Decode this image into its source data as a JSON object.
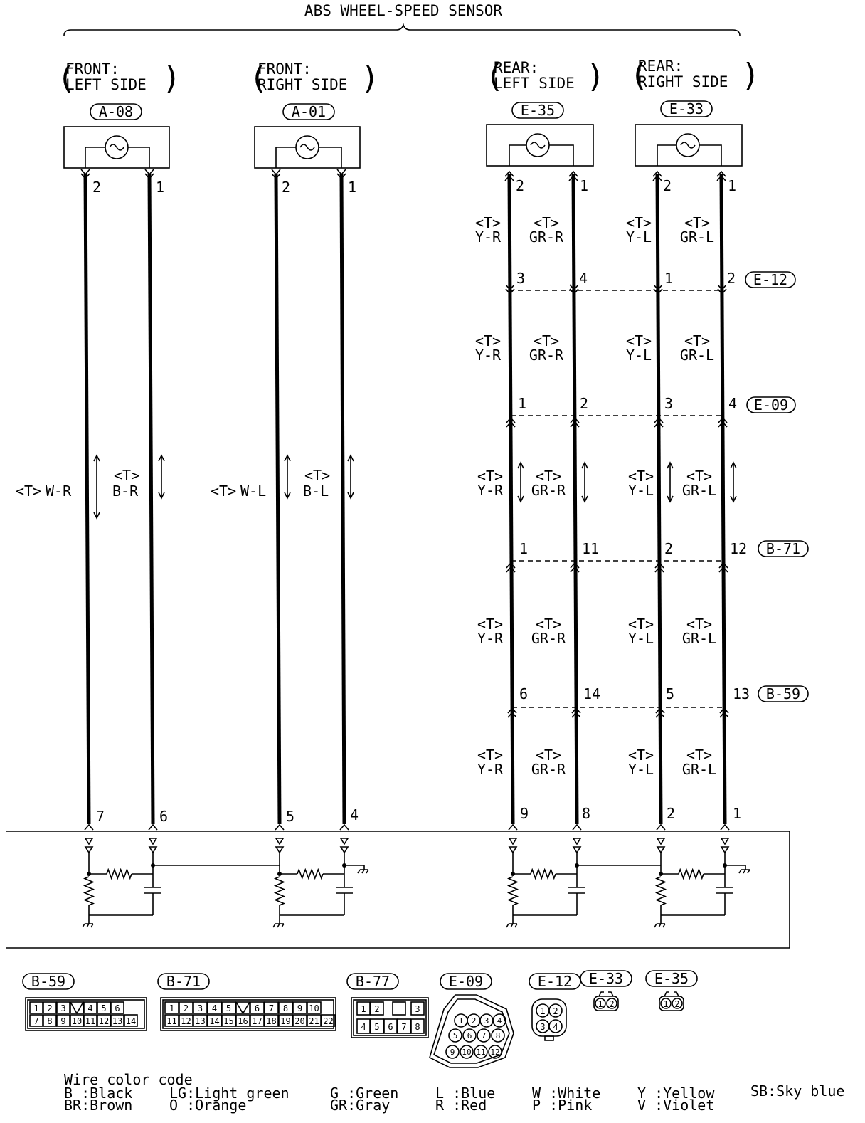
{
  "title": "ABS WHEEL-SPEED SENSOR",
  "sensors": [
    {
      "line1": "FRONT:",
      "line2": "LEFT SIDE",
      "connector": "A-08",
      "pins": [
        "2",
        "1"
      ]
    },
    {
      "line1": "FRONT:",
      "line2": "RIGHT SIDE",
      "connector": "A-01",
      "pins": [
        "2",
        "1"
      ]
    },
    {
      "line1": "REAR:",
      "line2": "LEFT SIDE",
      "connector": "E-35",
      "pins": [
        "2",
        "1"
      ]
    },
    {
      "line1": "REAR:",
      "line2": "RIGHT SIDE",
      "connector": "E-33",
      "pins": [
        "2",
        "1"
      ]
    }
  ],
  "front_wires": [
    {
      "tag": "<T>",
      "color": "W-R",
      "end_pin": "7"
    },
    {
      "tag": "<T>",
      "color": "B-R",
      "end_pin": "6"
    },
    {
      "tag": "<T>",
      "color": "W-L",
      "end_pin": "5"
    },
    {
      "tag": "<T>",
      "color": "B-L",
      "end_pin": "4"
    }
  ],
  "rear_junctions": [
    {
      "connector": "E-12",
      "pins": [
        "3",
        "4",
        "1",
        "2"
      ]
    },
    {
      "connector": "E-09",
      "pins": [
        "1",
        "2",
        "3",
        "4"
      ]
    },
    {
      "connector": "B-71",
      "pins": [
        "1",
        "11",
        "2",
        "12"
      ]
    },
    {
      "connector": "B-59",
      "pins": [
        "6",
        "14",
        "5",
        "13"
      ]
    }
  ],
  "rear_wire_colors": [
    "Y-R",
    "GR-R",
    "Y-L",
    "GR-L"
  ],
  "rear_tag": "<T>",
  "rear_end_pins": [
    "9",
    "8",
    "2",
    "1"
  ],
  "connector_views": [
    {
      "label": "B-59",
      "row1": [
        "1",
        "2",
        "3",
        "",
        "4",
        "5",
        "6"
      ],
      "row2": [
        "7",
        "8",
        "9",
        "10",
        "11",
        "12",
        "13",
        "14"
      ]
    },
    {
      "label": "B-71",
      "row1": [
        "1",
        "2",
        "3",
        "4",
        "5",
        "",
        "6",
        "7",
        "8",
        "9",
        "10"
      ],
      "row2": [
        "11",
        "12",
        "13",
        "14",
        "15",
        "16",
        "17",
        "18",
        "19",
        "20",
        "21",
        "22"
      ]
    },
    {
      "label": "B-77",
      "row1": [
        "1",
        "2",
        "",
        "3"
      ],
      "row2": [
        "4",
        "5",
        "6",
        "7",
        "8"
      ]
    },
    {
      "label": "E-09",
      "rows": [
        [
          "1",
          "2",
          "3",
          "4"
        ],
        [
          "5",
          "6",
          "7",
          "8"
        ],
        [
          "9",
          "10",
          "11",
          "12"
        ]
      ]
    },
    {
      "label": "E-12",
      "pins": [
        "1",
        "2",
        "3",
        "4"
      ]
    },
    {
      "label": "E-33",
      "pins": [
        "1",
        "2"
      ]
    },
    {
      "label": "E-35",
      "pins": [
        "1",
        "2"
      ]
    }
  ],
  "legend": {
    "heading": "Wire color code",
    "items": [
      [
        "B :Black",
        "BR:Brown"
      ],
      [
        "LG:Light green",
        "O :Orange"
      ],
      [
        "G :Green",
        "GR:Gray"
      ],
      [
        "L :Blue",
        "R :Red"
      ],
      [
        "W :White",
        "P :Pink"
      ],
      [
        "Y :Yellow",
        "V :Violet"
      ],
      [
        "SB:Sky blue",
        ""
      ]
    ]
  }
}
